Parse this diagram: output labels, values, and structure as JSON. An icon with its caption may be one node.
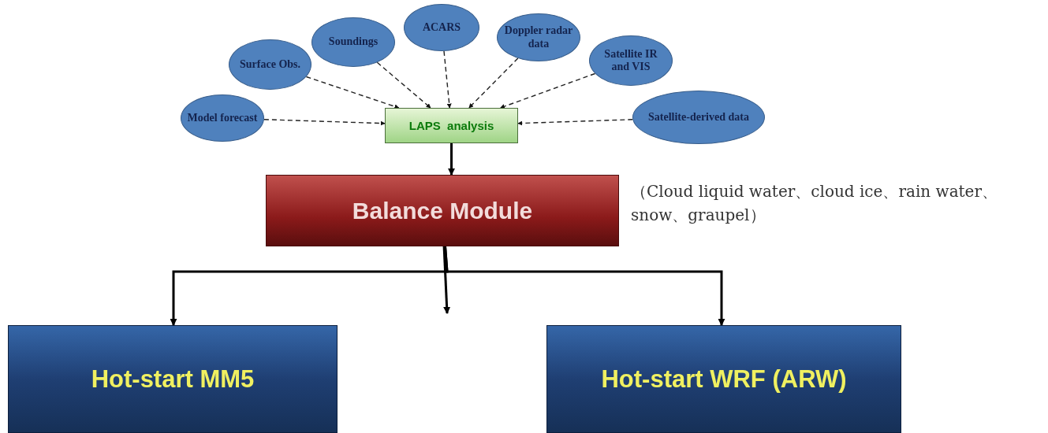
{
  "diagram": {
    "nodes": [
      {
        "text": [
          "Model forecast"
        ]
      },
      {
        "text": [
          "Surface Obs."
        ]
      },
      {
        "text": [
          "Soundings"
        ]
      },
      {
        "text": [
          "ACARS"
        ]
      },
      {
        "text": [
          "Doppler radar data"
        ]
      },
      {
        "text": [
          "Satellite IR and VIS"
        ]
      },
      {
        "text": [
          "Satellite-derived data"
        ]
      },
      {
        "text": [
          "LAPS  analysis"
        ]
      },
      {
        "text": [
          "Balance Module"
        ],
        "beside": [
          "（Cloud liquid water、cloud ice、rain water、snow、graupel）"
        ]
      },
      {
        "text": [
          "Hot-start MM5"
        ]
      },
      {
        "text": [
          "Hot-start WRF (ARW)"
        ]
      }
    ],
    "edges": [
      {
        "from": 0,
        "to": 7,
        "arrow": "to",
        "style": "dashed"
      },
      {
        "from": 1,
        "to": 7,
        "arrow": "to",
        "style": "dashed"
      },
      {
        "from": 2,
        "to": 7,
        "arrow": "to",
        "style": "dashed"
      },
      {
        "from": 3,
        "to": 7,
        "arrow": "to",
        "style": "dashed"
      },
      {
        "from": 4,
        "to": 7,
        "arrow": "to",
        "style": "dashed"
      },
      {
        "from": 5,
        "to": 7,
        "arrow": "to",
        "style": "dashed"
      },
      {
        "from": 6,
        "to": 7,
        "arrow": "to",
        "style": "dashed"
      },
      {
        "from": 7,
        "to": 8,
        "arrow": "to"
      },
      {
        "from": 8,
        "to": 9,
        "arrow": "to"
      },
      {
        "from": 8,
        "to": null,
        "arrow": "to"
      },
      {
        "from": 8,
        "to": 10,
        "arrow": "to"
      }
    ]
  }
}
